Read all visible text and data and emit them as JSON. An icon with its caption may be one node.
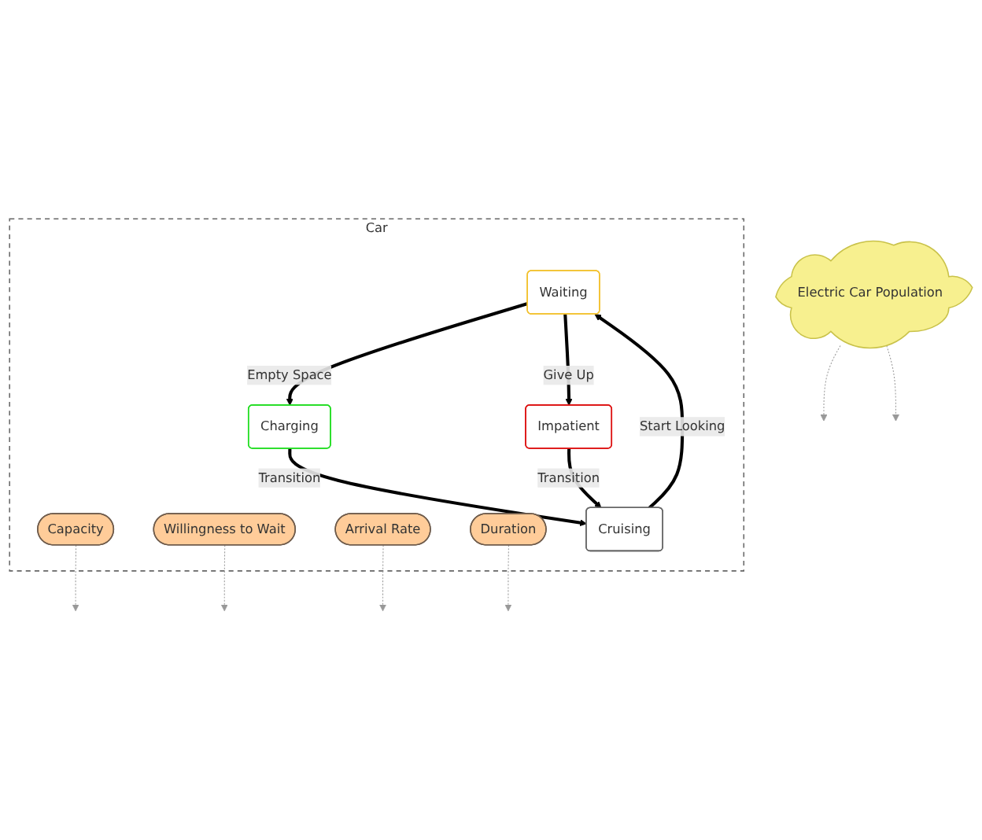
{
  "diagram": {
    "nodes": [
      {
        "text": [
          "Electric Car Population"
        ]
      },
      {
        "text": [
          "Car"
        ]
      },
      {
        "text": [
          "Waiting"
        ],
        "in": 1
      },
      {
        "text": [
          "Capacity"
        ],
        "in": 1
      },
      {
        "text": [
          "Willingness to Wait"
        ],
        "in": 1
      },
      {
        "text": [
          "Impatient"
        ],
        "in": 1
      },
      {
        "text": [
          "Charging"
        ],
        "in": 1
      },
      {
        "text": [
          "Arrival Rate"
        ],
        "in": 1
      },
      {
        "text": [
          "Duration"
        ],
        "in": 1
      },
      {
        "text": [
          "Cruising"
        ],
        "in": 1
      }
    ],
    "edges": [
      {
        "from": 2,
        "to": 6,
        "arrow": "to",
        "label": "Empty Space",
        "style": "thick",
        "color": "#000000"
      },
      {
        "from": 2,
        "to": 5,
        "arrow": "to",
        "label": "Give Up",
        "style": "thick",
        "color": "#000000"
      },
      {
        "from": 9,
        "to": 2,
        "arrow": "to",
        "label": "Start Looking",
        "style": "thick",
        "color": "#000000"
      },
      {
        "from": 6,
        "to": 9,
        "arrow": "to",
        "label": "Transition",
        "style": "thick",
        "color": "#000000"
      },
      {
        "from": 5,
        "to": 9,
        "arrow": "to",
        "label": "Transition",
        "style": "thick",
        "color": "#000000"
      },
      {
        "from": 0,
        "to": null,
        "arrow": "to",
        "style": "dashed"
      },
      {
        "from": 0,
        "to": null,
        "arrow": "to",
        "style": "dashed"
      },
      {
        "from": 3,
        "to": null,
        "arrow": "to",
        "style": "dashed"
      },
      {
        "from": 4,
        "to": null,
        "arrow": "to",
        "style": "dashed"
      },
      {
        "from": 7,
        "to": null,
        "arrow": "to",
        "style": "dashed"
      },
      {
        "from": 8,
        "to": null,
        "arrow": "to",
        "style": "dashed"
      }
    ]
  }
}
